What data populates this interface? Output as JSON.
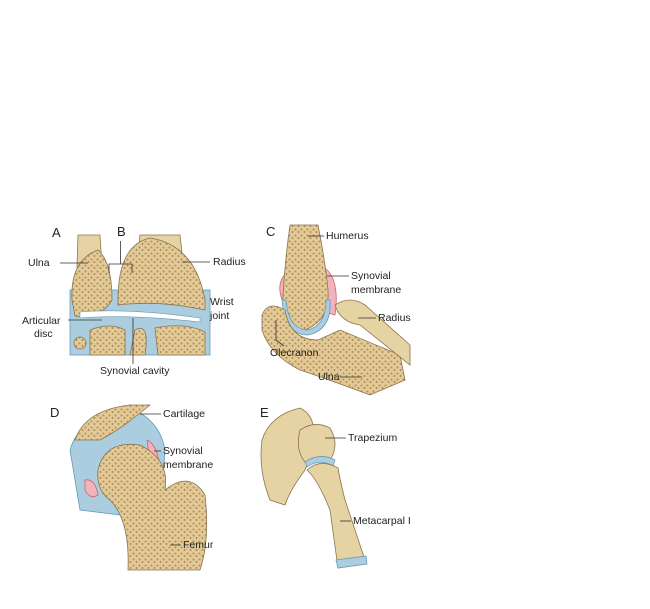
{
  "panels": {
    "A": {
      "letter": "A",
      "labels": {
        "b": "B",
        "ulna": "Ulna",
        "radius": "Radius",
        "articular_disc_1": "Articular",
        "articular_disc_2": "disc",
        "wrist_joint_1": "Wrist",
        "wrist_joint_2": "joint",
        "synovial_cavity": "Synovial cavity"
      }
    },
    "C": {
      "letter": "C",
      "labels": {
        "humerus": "Humerus",
        "synovial_membrane_1": "Synovial",
        "synovial_membrane_2": "membrane",
        "radius": "Radius",
        "olecranon": "Olecranon",
        "ulna": "Ulna"
      }
    },
    "D": {
      "letter": "D",
      "labels": {
        "cartilage": "Cartilage",
        "synovial_membrane_1": "Synovial",
        "synovial_membrane_2": "membrane",
        "femur": "Femur"
      }
    },
    "E": {
      "letter": "E",
      "labels": {
        "trapezium": "Trapezium",
        "metacarpal": "Metacarpal I"
      }
    }
  },
  "colors": {
    "bone": "#e6d3a3",
    "spongy_bone": "#dcc08a",
    "cartilage": "#aacde0",
    "synovial": "#f2b4bb"
  }
}
